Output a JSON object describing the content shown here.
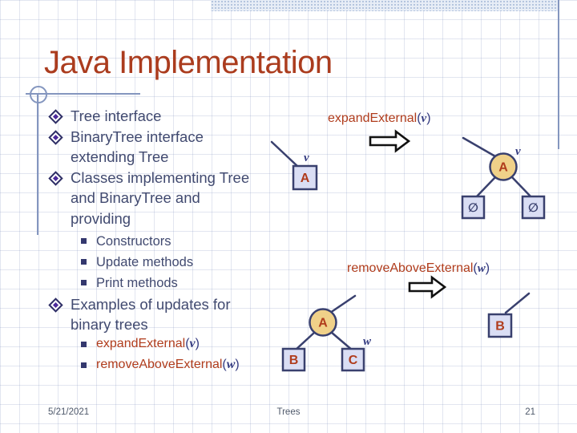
{
  "title": "Java Implementation",
  "colors": {
    "title_red": "#ab3c1e",
    "body_text": "#414a70",
    "structure_navy": "#39406e",
    "node_letter_red": "#b03c1c",
    "internal_node_gold": "#f0d189",
    "external_node_lavender": "#dadef4",
    "bullet_purple": "#4c2a9c",
    "template_blue": "#8496bf"
  },
  "bullets": {
    "item1": "Tree interface",
    "item2_line1": "BinaryTree interface",
    "item2_line2": "extending Tree",
    "item3_line1": "Classes implementing Tree",
    "item3_line2": "and BinaryTree and",
    "item3_line3": "providing",
    "sub1": "Constructors",
    "sub2": "Update methods",
    "sub3": "Print methods",
    "item4_line1": "Examples of updates for",
    "item4_line2": "binary trees",
    "code1_name": "expandExternal",
    "code1_open": "(",
    "code1_arg": "v",
    "code1_close": ")",
    "code2_name": "removeAboveExternal",
    "code2_open": "(",
    "code2_arg": "w",
    "code2_close": ")"
  },
  "diagrams": {
    "expand": {
      "label_name": "expandExternal",
      "label_open": "(",
      "label_arg": "v",
      "label_close": ")",
      "before": {
        "node": "A",
        "pos": "v"
      },
      "after": {
        "root": "A",
        "left": "∅",
        "right": "∅",
        "pos": "v"
      }
    },
    "remove": {
      "label_name": "removeAboveExternal",
      "label_open": "(",
      "label_arg": "w",
      "label_close": ")",
      "before": {
        "root": "A",
        "left": "B",
        "right": "C",
        "pos": "w"
      },
      "after": {
        "node": "B"
      }
    }
  },
  "footer": {
    "date": "5/21/2021",
    "section": "Trees",
    "page": "21"
  }
}
